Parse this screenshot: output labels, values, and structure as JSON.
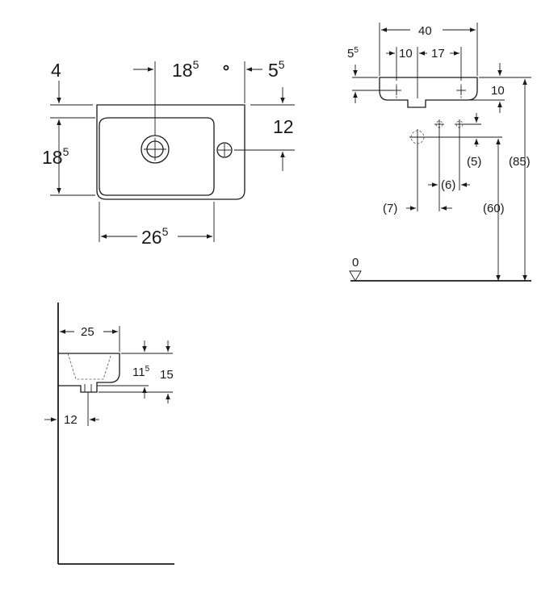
{
  "top_view": {
    "dim_top_border": "4",
    "dim_tap_hole_x": {
      "base": "18",
      "sup": "5"
    },
    "dim_overflow_x": {
      "base": "5",
      "sup": "5"
    },
    "dim_overflow_y": "12",
    "dim_bowl_depth": {
      "base": "18",
      "sup": "5"
    },
    "dim_bowl_width": {
      "base": "26",
      "sup": "5"
    }
  },
  "front_view": {
    "dim_overall_width": "40",
    "dim_edge_offset": {
      "base": "5",
      "sup": "5"
    },
    "dim_center_offset": "10",
    "dim_tap_spacing": "17",
    "dim_rim_height": "10",
    "dim_total_height": "(85)",
    "dim_supply_height": "(60)",
    "dim_drain_offset": "(7)",
    "dim_supply_spacing": "(6)",
    "dim_supply_drop": "(5)",
    "floor_label": "0"
  },
  "side_view": {
    "dim_projection": "25",
    "dim_bowl_height": {
      "base": "11",
      "sup": "5"
    },
    "dim_overall_height": "15",
    "dim_drain_offset": "12"
  }
}
